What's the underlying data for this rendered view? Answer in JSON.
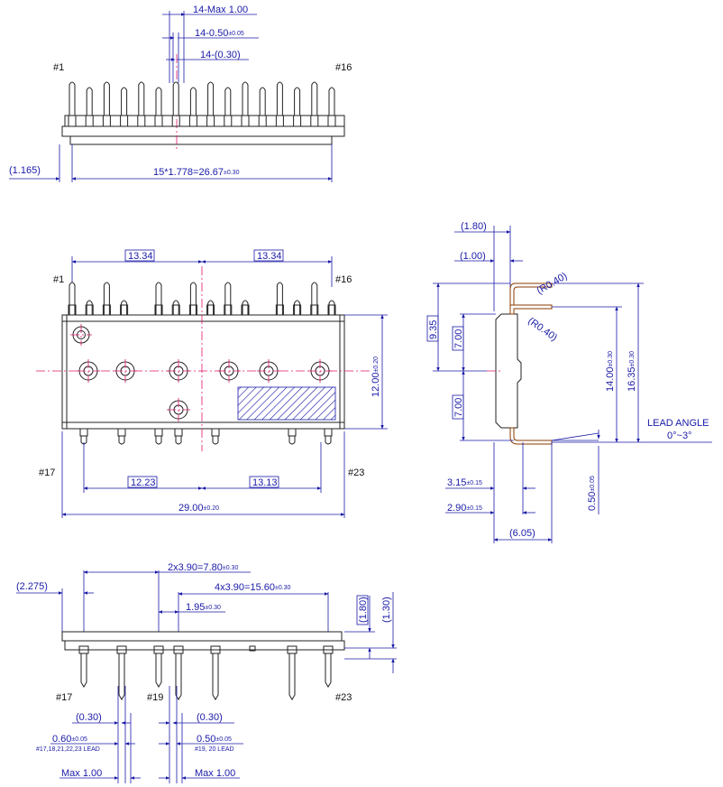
{
  "colors": {
    "dimension": "#1a1aa8",
    "outline": "#222222",
    "centerline": "#e0166a",
    "lead": "#8b3a00",
    "hatch": "#1a1aa8"
  },
  "top_view": {
    "max_pitch": "14-Max 1.00",
    "lead_width": "14-0.50",
    "lead_width_tol": "±0.05",
    "lead_thick": "14-(0.30)",
    "pin_first": "#1",
    "pin_last": "#16",
    "offset": "(1.165)",
    "pitch_total": "15*1.778=26.67",
    "pitch_total_tol": "±0.30"
  },
  "front_view": {
    "half_left": "13.34",
    "half_right": "13.34",
    "pin_first": "#1",
    "pin_last": "#16",
    "pin_bottom_first": "#17",
    "pin_bottom_last": "#23",
    "bottom_left": "12.23",
    "bottom_right": "13.13",
    "height": "12.00",
    "height_tol": "±0.20",
    "width": "29.00",
    "width_tol": "±0.20"
  },
  "side_view": {
    "d180": "(1.80)",
    "d100": "(1.00)",
    "r_top": "(R0.40)",
    "r_bot": "(R0.40)",
    "d935": "9.35",
    "d700a": "7.00",
    "d700b": "7.00",
    "d1400": "14.00",
    "d1400_tol": "±0.30",
    "d1635": "16.35",
    "d1635_tol": "±0.30",
    "lead_angle_label": "LEAD ANGLE",
    "lead_angle": "0°~3°",
    "d315": "3.15",
    "d315_tol": "±0.15",
    "d290": "2.90",
    "d290_tol": "±0.15",
    "d050": "0.50",
    "d050_tol": "±0.05",
    "d605": "(6.05)"
  },
  "bottom_view": {
    "d2275": "(2.275)",
    "d780": "2x3.90=7.80",
    "d780_tol": "±0.30",
    "d1560": "4x3.90=15.60",
    "d1560_tol": "±0.30",
    "d195": "1.95",
    "d195_tol": "±0.30",
    "d180": "(1.80)",
    "d130": "(1.30)",
    "pin17": "#17",
    "pin19": "#19",
    "pin23": "#23",
    "d030a": "(0.30)",
    "d030b": "(0.30)",
    "d060": "0.60",
    "d060_tol": "±0.05",
    "lead_note_a": "#17,18,21,22,23 LEAD",
    "d050": "0.50",
    "d050_tol": "±0.05",
    "lead_note_b": "#19, 20 LEAD",
    "max_a": "Max 1.00",
    "max_b": "Max 1.00"
  }
}
